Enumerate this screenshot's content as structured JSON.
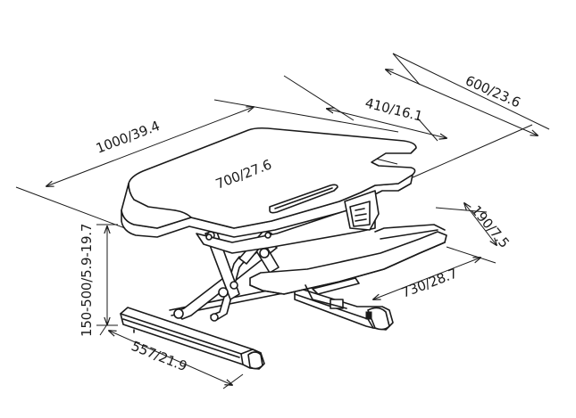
{
  "dimensions": {
    "top_width": "1000/39.4",
    "top_depth": "600/23.6",
    "top_rear_width": "410/16.1",
    "top_front_width": "700/27.6",
    "keyboard_depth": "190/7.5",
    "keyboard_width": "730/28.7",
    "base_depth": "557/21.9",
    "height_range": "150-500/5.9-19.7"
  },
  "colors": {
    "ink": "#1a1a1a",
    "background": "#ffffff"
  }
}
